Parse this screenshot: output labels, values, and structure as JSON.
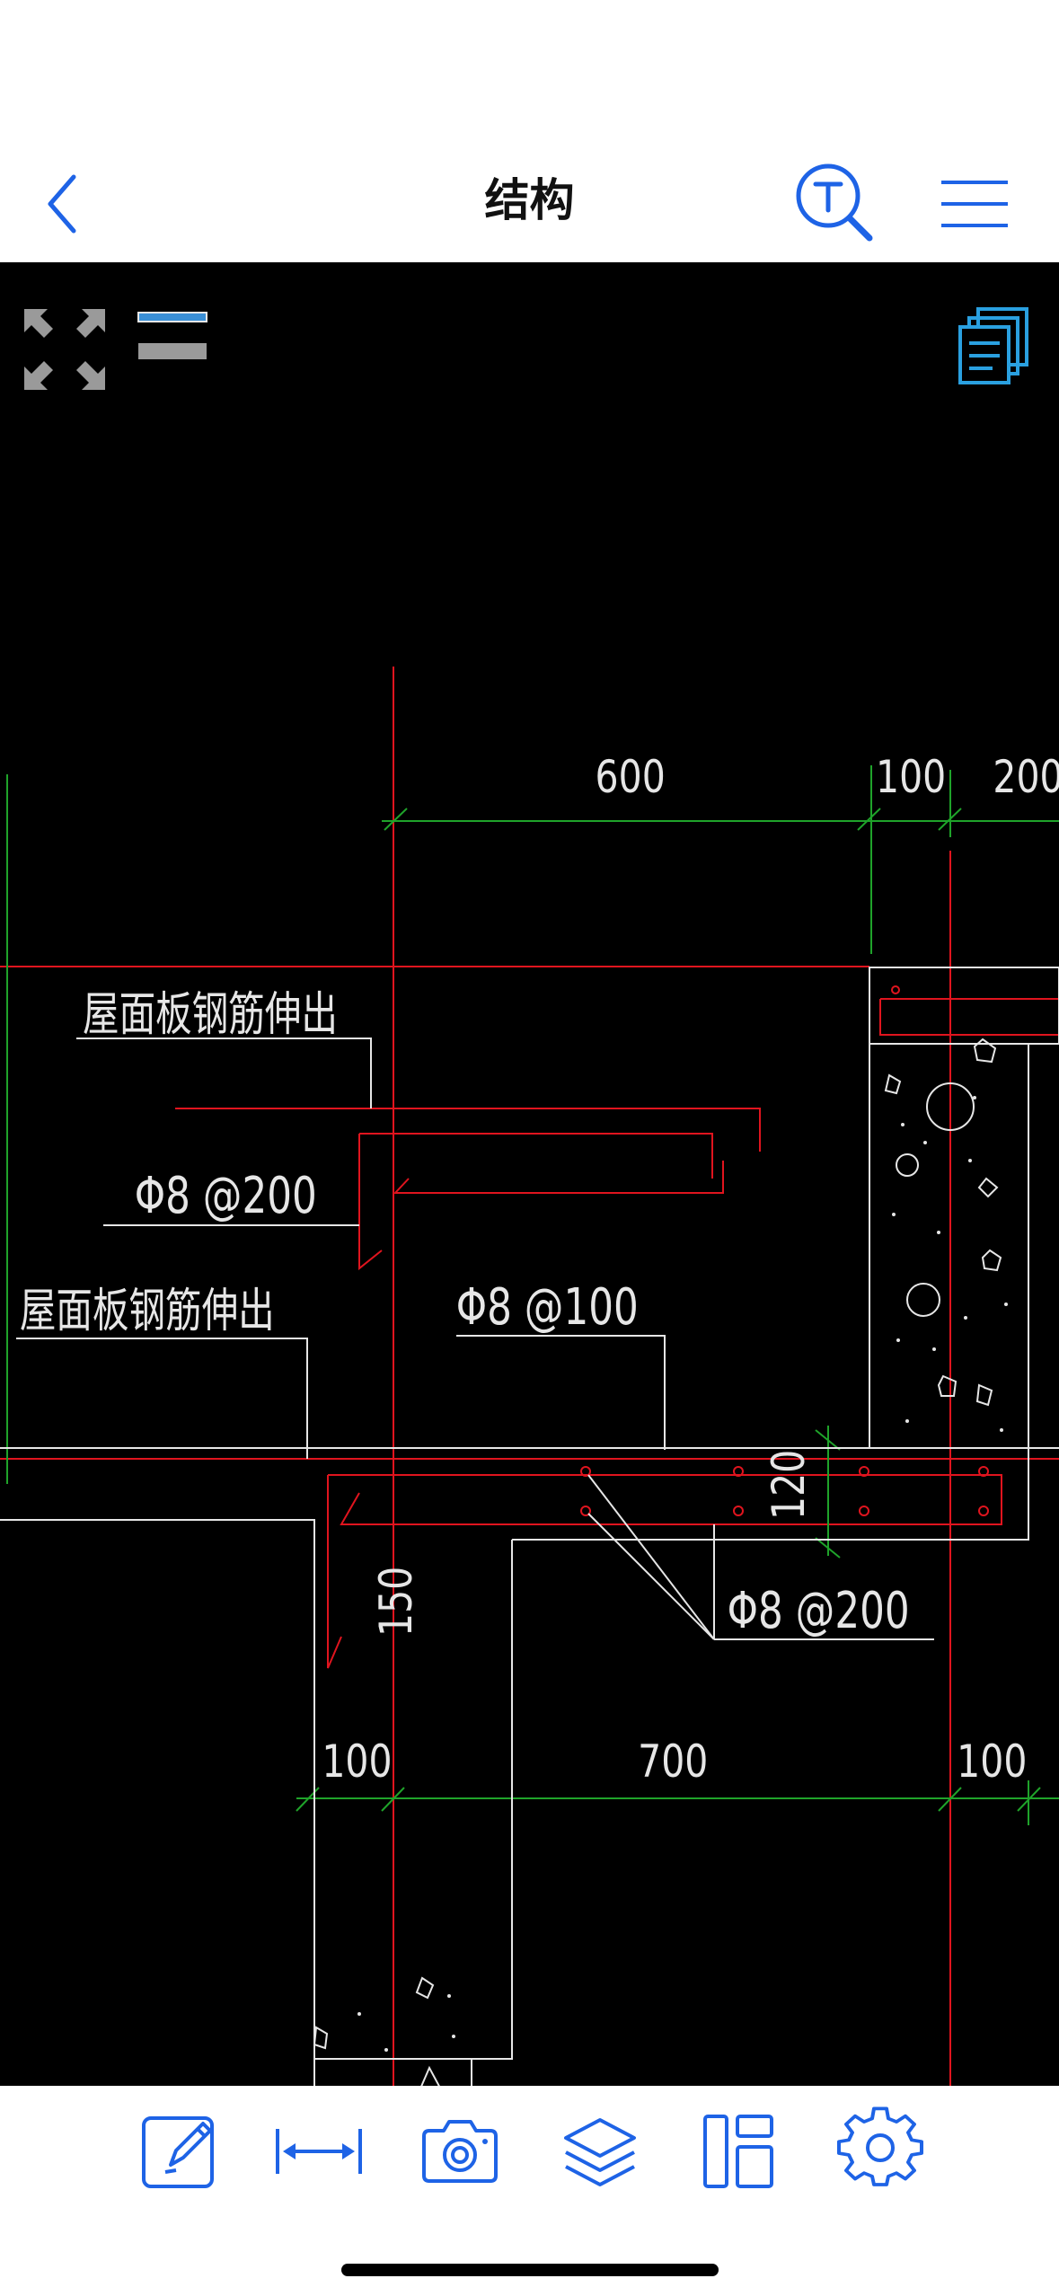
{
  "header": {
    "title": "结构"
  },
  "drawing": {
    "dimensions": {
      "top_600": "600",
      "top_100": "100",
      "top_200": "200",
      "bottom_100_left": "100",
      "bottom_700": "700",
      "bottom_100_right": "100",
      "vertical_150": "150",
      "vertical_120": "120"
    },
    "annotations": {
      "slab_rebar_extend_1": "屋面板钢筋伸出",
      "slab_rebar_extend_2": "屋面板钢筋伸出",
      "rebar_phi8_200_top": "Φ8 @200",
      "rebar_phi8_100": "Φ8 @100",
      "rebar_phi8_200_bottom": "Φ8 @200"
    }
  },
  "icons": {
    "back": "chevron-left-icon",
    "text_search": "text-search-icon",
    "menu": "hamburger-menu-icon",
    "fullscreen": "expand-arrows-icon",
    "layer_lines": "line-weight-icon",
    "sheets": "document-stack-icon",
    "annotate": "edit-pencil-icon",
    "measure": "measure-distance-icon",
    "camera": "camera-icon",
    "layers": "layers-icon",
    "layout": "layout-panels-icon",
    "settings": "settings-gear-icon"
  },
  "colors": {
    "accent_blue": "#1e63e6",
    "canvas_bg": "#000000",
    "cad_red": "#e0141e",
    "cad_green": "#1fa32a",
    "cad_white": "#e6e6e6"
  }
}
